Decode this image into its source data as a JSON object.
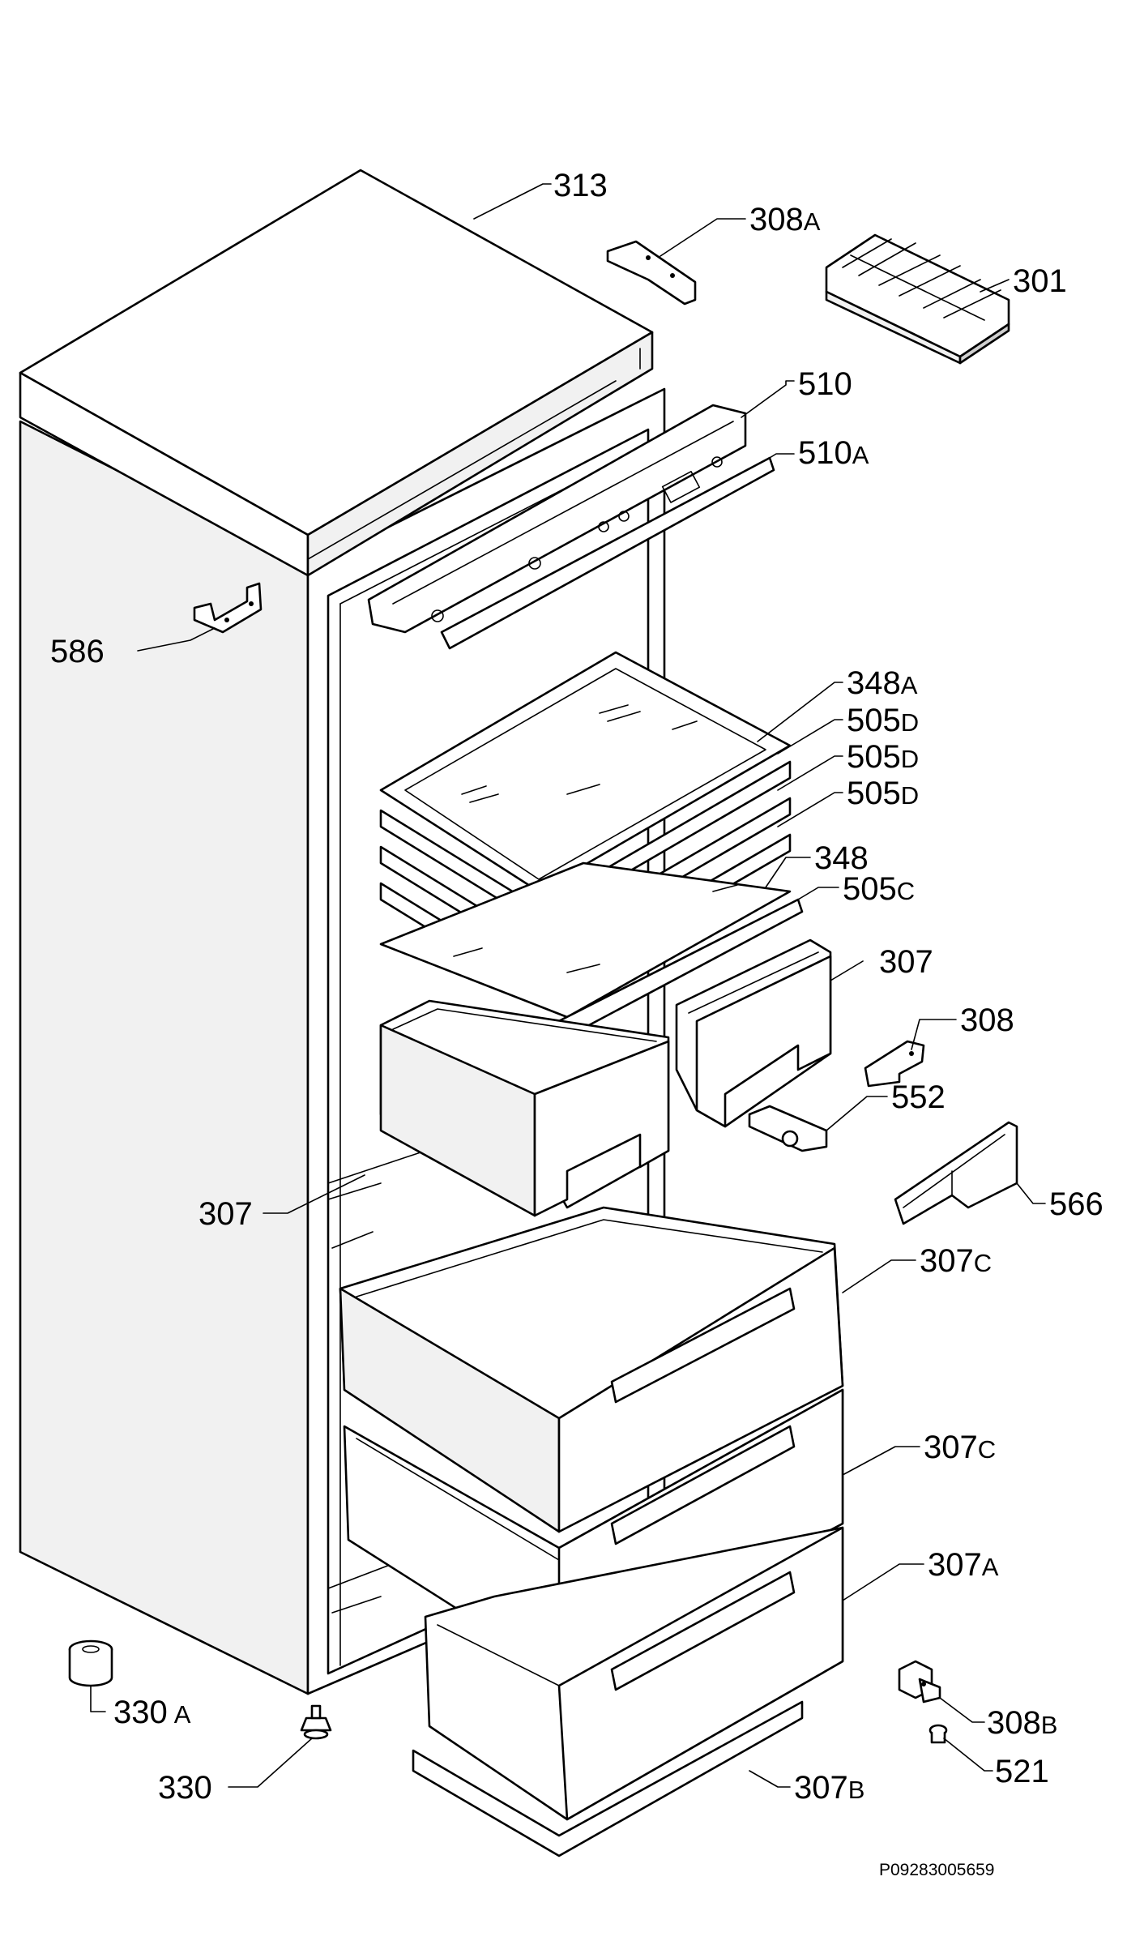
{
  "labels": [
    {
      "id": "313",
      "num": "313",
      "suffix": ""
    },
    {
      "id": "308A",
      "num": "308",
      "suffix": "A"
    },
    {
      "id": "301",
      "num": "301",
      "suffix": ""
    },
    {
      "id": "510",
      "num": "510",
      "suffix": ""
    },
    {
      "id": "510A",
      "num": "510",
      "suffix": "A"
    },
    {
      "id": "586",
      "num": "586",
      "suffix": ""
    },
    {
      "id": "348A",
      "num": "348",
      "suffix": "A"
    },
    {
      "id": "505D1",
      "num": "505",
      "suffix": "D"
    },
    {
      "id": "505D2",
      "num": "505",
      "suffix": "D"
    },
    {
      "id": "505D3",
      "num": "505",
      "suffix": "D"
    },
    {
      "id": "348",
      "num": "348",
      "suffix": ""
    },
    {
      "id": "505C",
      "num": "505",
      "suffix": "C"
    },
    {
      "id": "307R",
      "num": "307",
      "suffix": ""
    },
    {
      "id": "308",
      "num": "308",
      "suffix": ""
    },
    {
      "id": "552",
      "num": "552",
      "suffix": ""
    },
    {
      "id": "307L",
      "num": "307",
      "suffix": ""
    },
    {
      "id": "566",
      "num": "566",
      "suffix": ""
    },
    {
      "id": "307C1",
      "num": "307",
      "suffix": "C"
    },
    {
      "id": "307C2",
      "num": "307",
      "suffix": "C"
    },
    {
      "id": "307A",
      "num": "307",
      "suffix": "A"
    },
    {
      "id": "330A",
      "num": "330",
      "suffix": "A"
    },
    {
      "id": "308B",
      "num": "308",
      "suffix": "B"
    },
    {
      "id": "521",
      "num": "521",
      "suffix": ""
    },
    {
      "id": "330",
      "num": "330",
      "suffix": ""
    },
    {
      "id": "307B",
      "num": "307",
      "suffix": "B"
    }
  ],
  "drawing_code": "P09283005659"
}
